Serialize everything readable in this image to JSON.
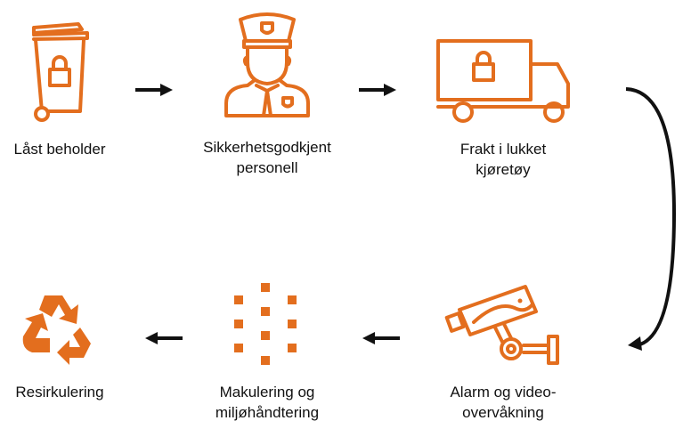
{
  "steps": [
    {
      "label_lines": [
        "Låst beholder"
      ],
      "icon": "locked-bin-icon"
    },
    {
      "label_lines": [
        "Sikkerhetsgodkjent",
        "personell"
      ],
      "icon": "security-guard-icon"
    },
    {
      "label_lines": [
        "Frakt i lukket",
        "kjøretøy"
      ],
      "icon": "locked-truck-icon"
    },
    {
      "label_lines": [
        "Alarm og video-",
        "overvåkning"
      ],
      "icon": "security-camera-icon"
    },
    {
      "label_lines": [
        "Makulering og",
        "miljøhåndtering"
      ],
      "icon": "shredded-particles-icon"
    },
    {
      "label_lines": [
        "Resirkulering"
      ],
      "icon": "recycle-icon"
    }
  ],
  "colors": {
    "accent": "#E36E1E",
    "arrow": "#111111"
  }
}
